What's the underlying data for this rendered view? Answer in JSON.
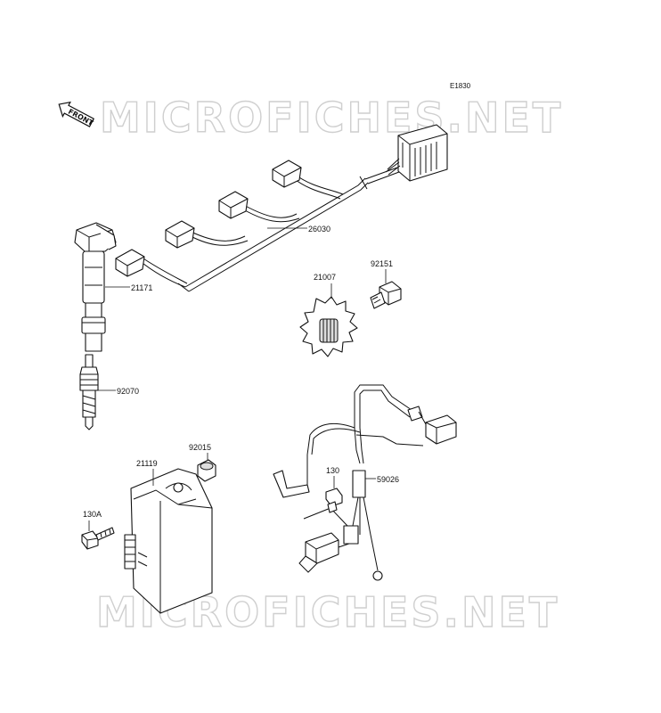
{
  "diagram_code": "E1830",
  "watermark": "MICROFICHES.NET",
  "front_indicator": "FRONT",
  "labels": {
    "harness": "26030",
    "coil": "21171",
    "spark_plug": "92070",
    "rotor": "21007",
    "bolt_top": "92151",
    "ecu": "21119",
    "collar": "92015",
    "bolt_ecu": "130A",
    "bolt_sub": "130",
    "sub_harness": "59026"
  }
}
